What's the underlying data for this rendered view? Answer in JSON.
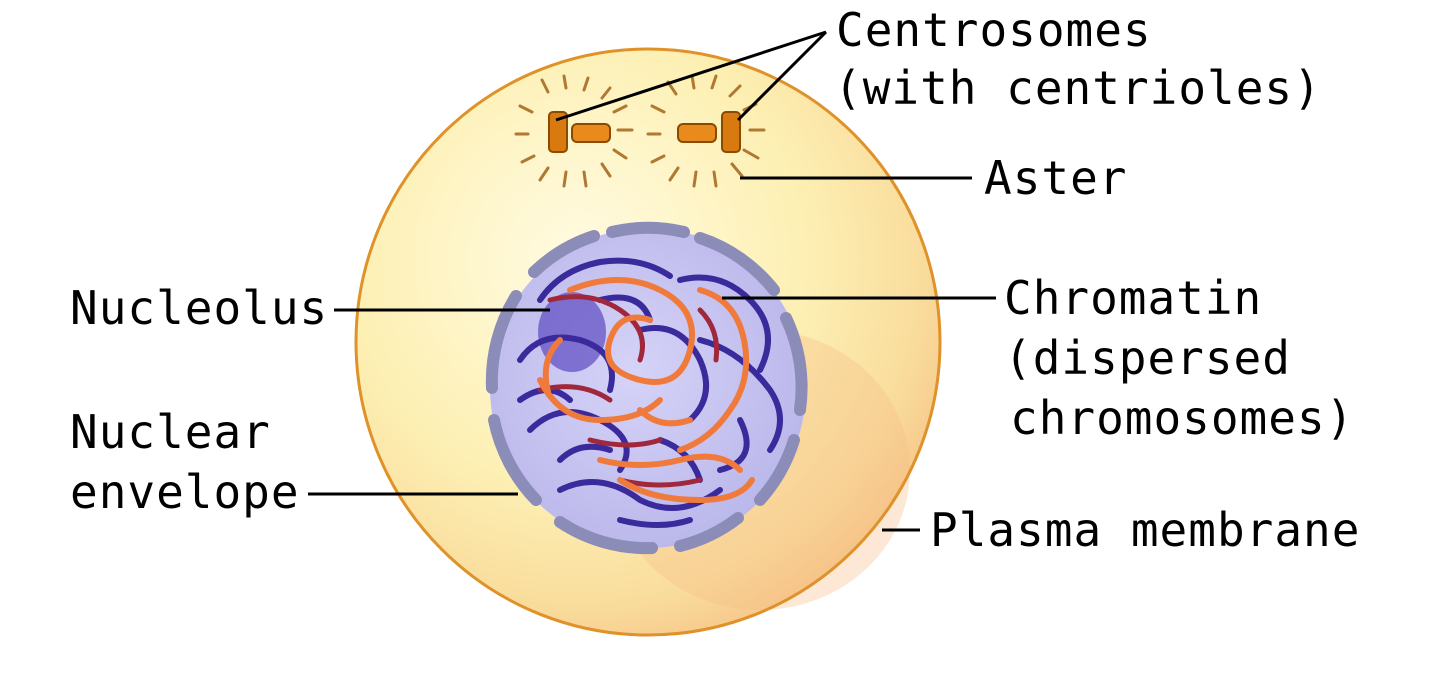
{
  "labels": {
    "centrosomes_line1": "Centrosomes",
    "centrosomes_line2": "(with centrioles)",
    "aster": "Aster",
    "nucleolus": "Nucleolus",
    "chromatin_line1": "Chromatin",
    "chromatin_line2": "(dispersed",
    "chromatin_line3": "chromosomes)",
    "nuclear_envelope_line1": "Nuclear",
    "nuclear_envelope_line2": "envelope",
    "plasma_membrane": "Plasma membrane"
  },
  "colors": {
    "cytoplasm": "#fdf2b8",
    "cytoplasm_shade": "#f7c98c",
    "cell_outline": "#e0922a",
    "nucleus_fill": "#c9c6f2",
    "nuclear_envelope": "#8c8cb8",
    "chromatin_dark": "#3a2a9c",
    "chromatin_red": "#a0283c",
    "chromatin_orange": "#f07a3c",
    "centriole": "#d97a10",
    "aster_rays": "#b07830"
  }
}
